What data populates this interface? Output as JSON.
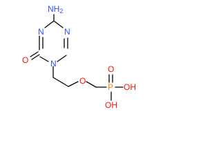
{
  "molecule": {
    "atoms": {
      "amino_n": {
        "text": "NH",
        "sub": "2",
        "color": "#3050f8"
      },
      "ring_n3": {
        "text": "N",
        "color": "#3050f8"
      },
      "ring_n5": {
        "text": "N",
        "color": "#3050f8"
      },
      "ring_n1": {
        "text": "N",
        "color": "#3050f8"
      },
      "carbonyl_o": {
        "text": "O",
        "color": "#ff0d0d"
      },
      "ether_o": {
        "text": "O",
        "color": "#ff0d0d"
      },
      "phosphorus": {
        "text": "P",
        "color": "#ff8000"
      },
      "phosphoryl_o": {
        "text": "O",
        "color": "#ff0d0d"
      },
      "hydroxyl_o1": {
        "text": "OH",
        "color": "#ff0d0d"
      },
      "hydroxyl_o2": {
        "text": "OH",
        "color": "#ff0d0d"
      }
    },
    "bond_color": "#000000"
  }
}
